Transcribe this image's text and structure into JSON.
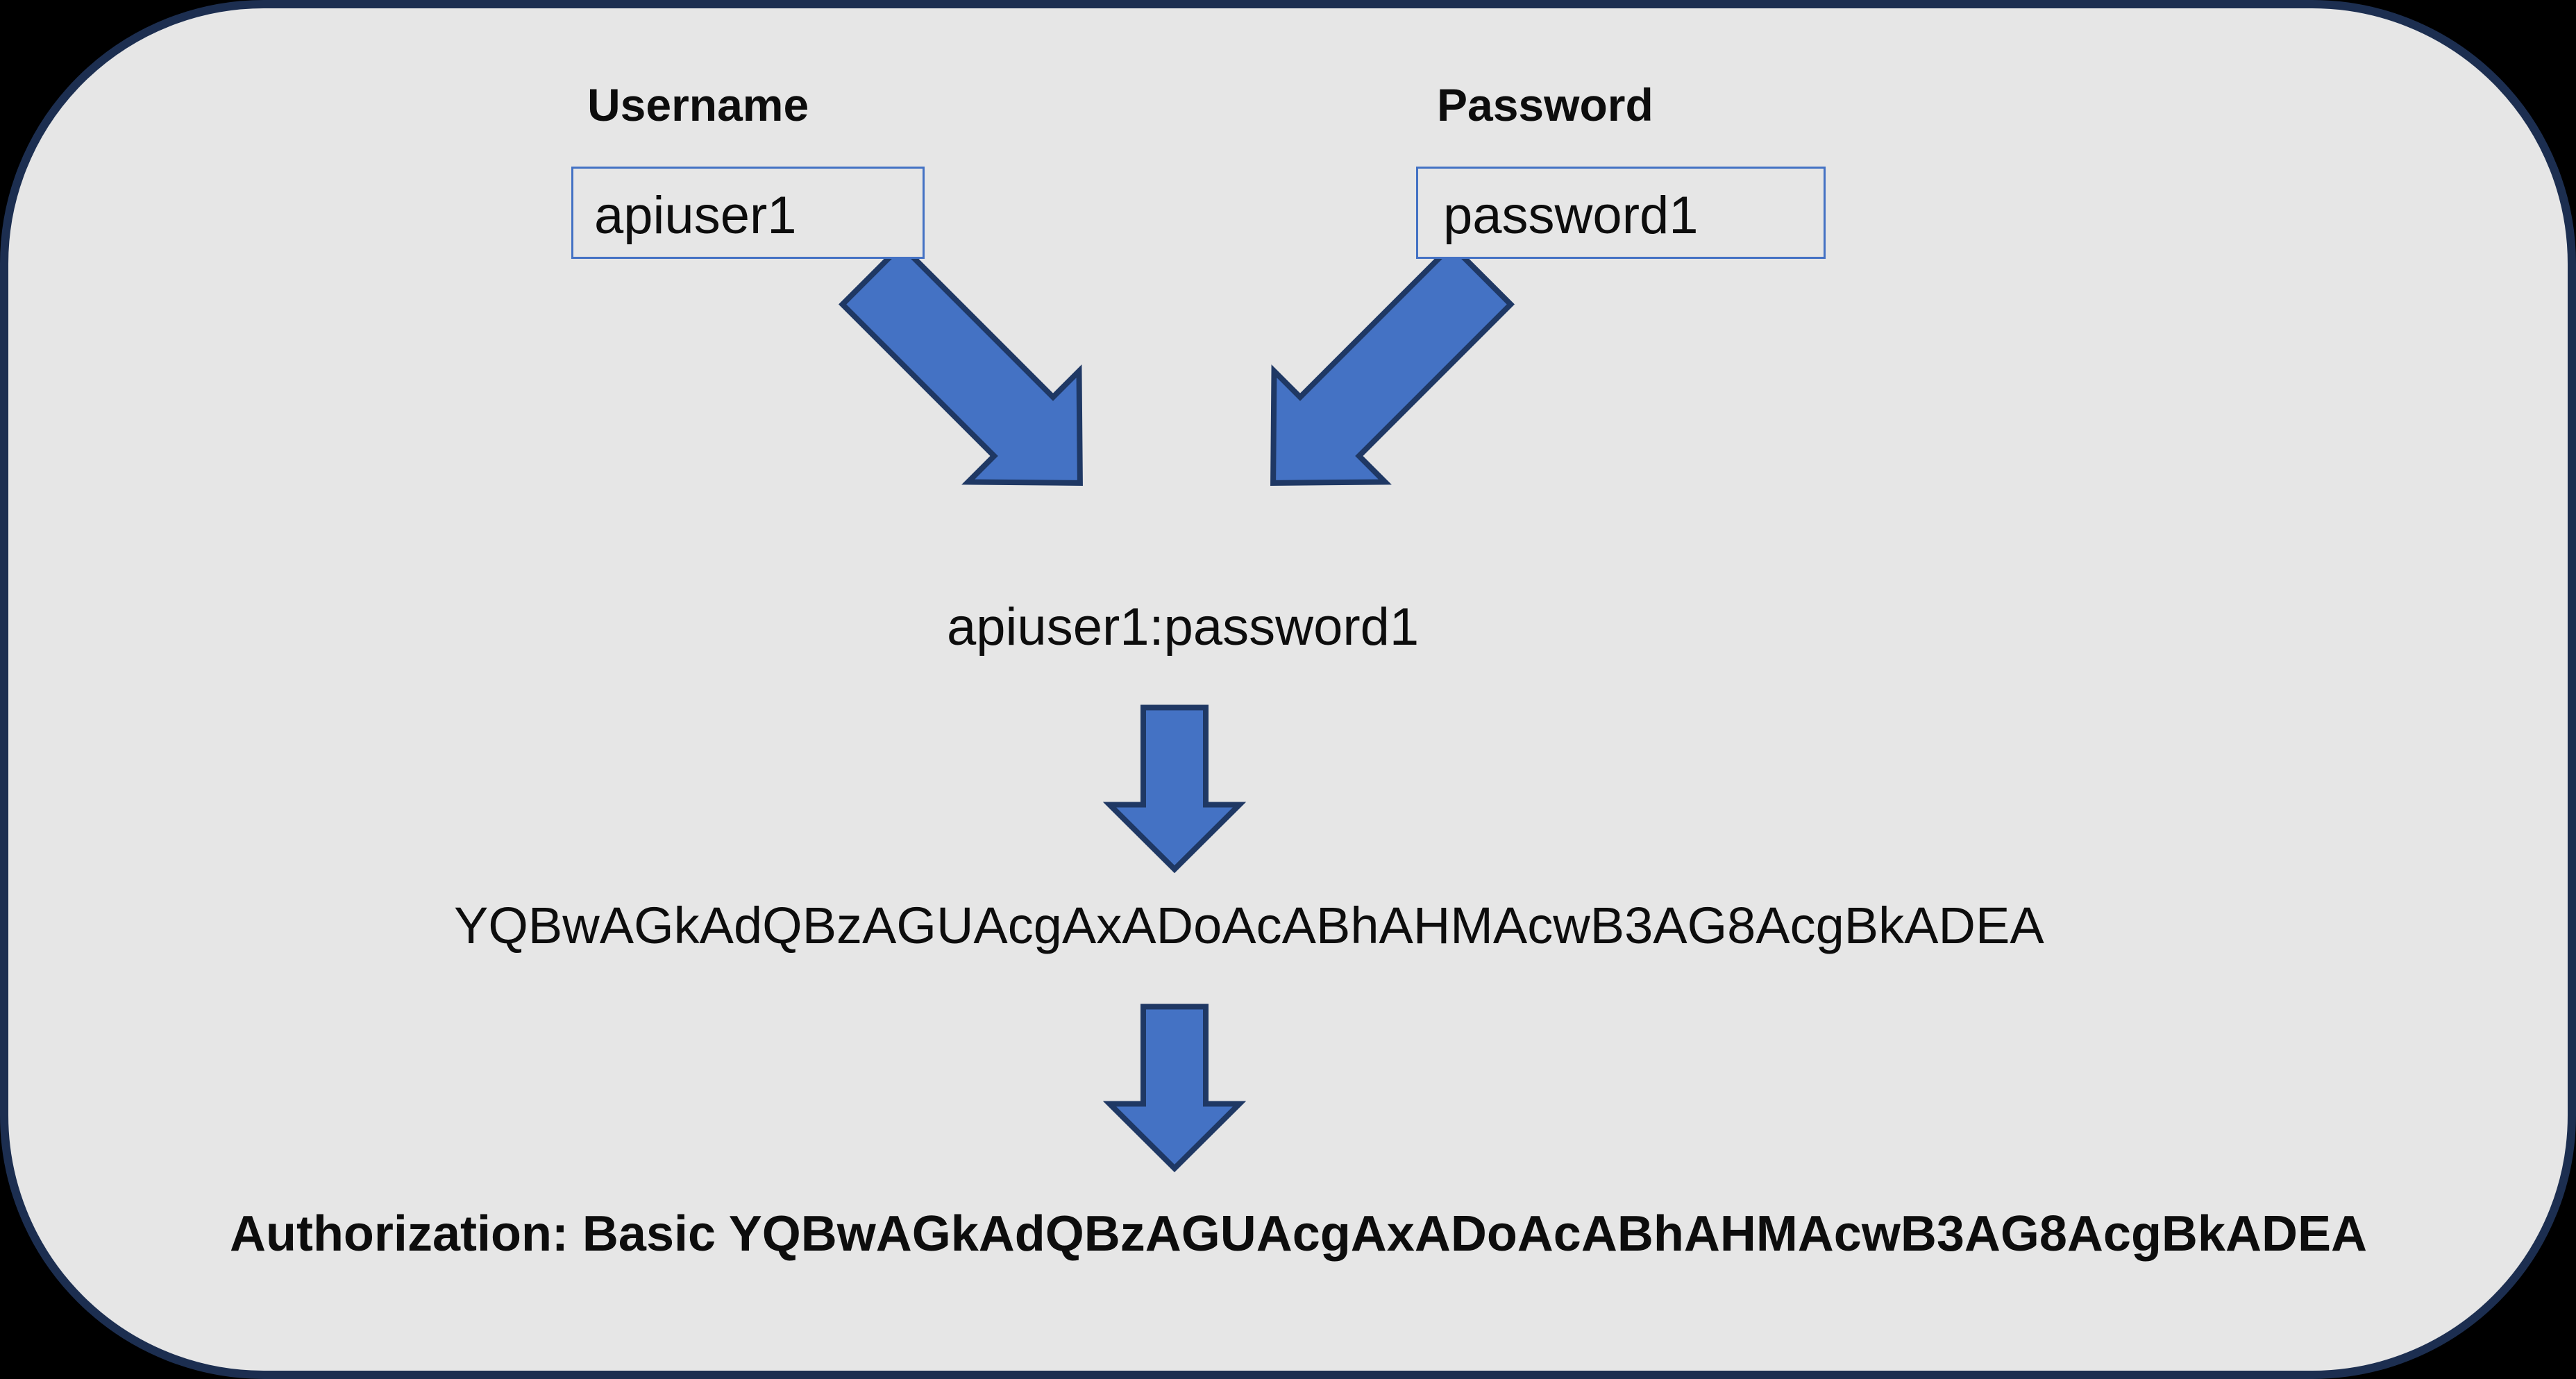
{
  "panel": {
    "outer_background": "#000000",
    "background": "#e6e6e6",
    "border_color": "#1c2e50"
  },
  "accent": {
    "arrow_fill": "#4472c4",
    "arrow_outline": "#1f3864",
    "field_border": "#4472c4"
  },
  "fields": {
    "username": {
      "label": "Username",
      "value": "apiuser1"
    },
    "password": {
      "label": "Password",
      "value": "password1"
    }
  },
  "combined_credentials": "apiuser1:password1",
  "base64_encoded": "YQBwAGkAdQBzAGUAcgAxADoAcABhAHMAcwB3AG8AcgBkADEA",
  "authorization_header": "Authorization: Basic YQBwAGkAdQBzAGUAcgAxADoAcABhAHMAcwB3AG8AcgBkADEA",
  "arrows": [
    {
      "name": "username-to-combined-arrow",
      "direction": "down-right"
    },
    {
      "name": "password-to-combined-arrow",
      "direction": "down-left"
    },
    {
      "name": "combined-to-base64-arrow",
      "direction": "down"
    },
    {
      "name": "base64-to-header-arrow",
      "direction": "down"
    }
  ]
}
